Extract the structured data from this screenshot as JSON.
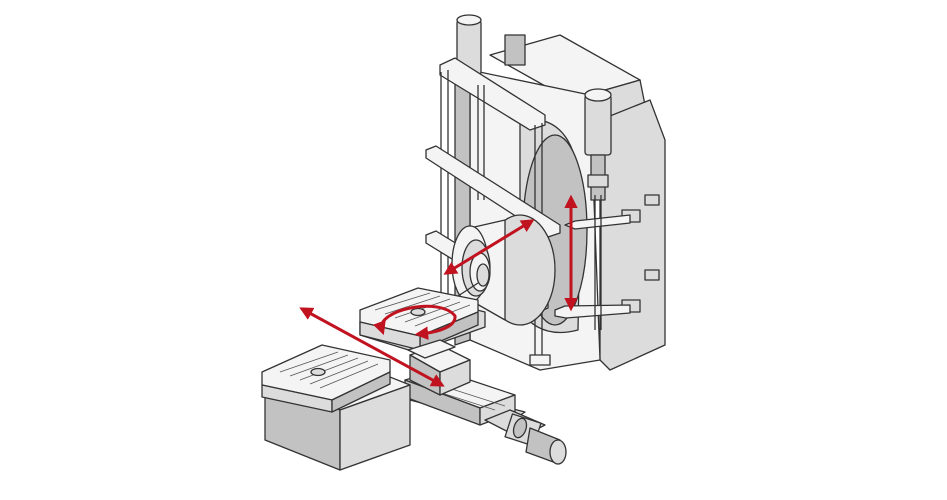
{
  "figure": {
    "colors": {
      "background": "#ffffff",
      "light_face": "#f4f4f4",
      "mid_face": "#dcdcdc",
      "dark_face": "#c2c2c2",
      "outline": "#333333",
      "arrow": "#c1121f"
    },
    "motion_arrows": [
      {
        "name": "spindle-axis-arrow",
        "kind": "linear",
        "icon": "double-arrow"
      },
      {
        "name": "vertical-axis-arrow",
        "kind": "linear",
        "icon": "double-arrow"
      },
      {
        "name": "table-travel-arrow",
        "kind": "linear",
        "icon": "double-arrow"
      },
      {
        "name": "rotary-table-arrow",
        "kind": "rotary",
        "icon": "curved-double-arrow"
      }
    ]
  }
}
